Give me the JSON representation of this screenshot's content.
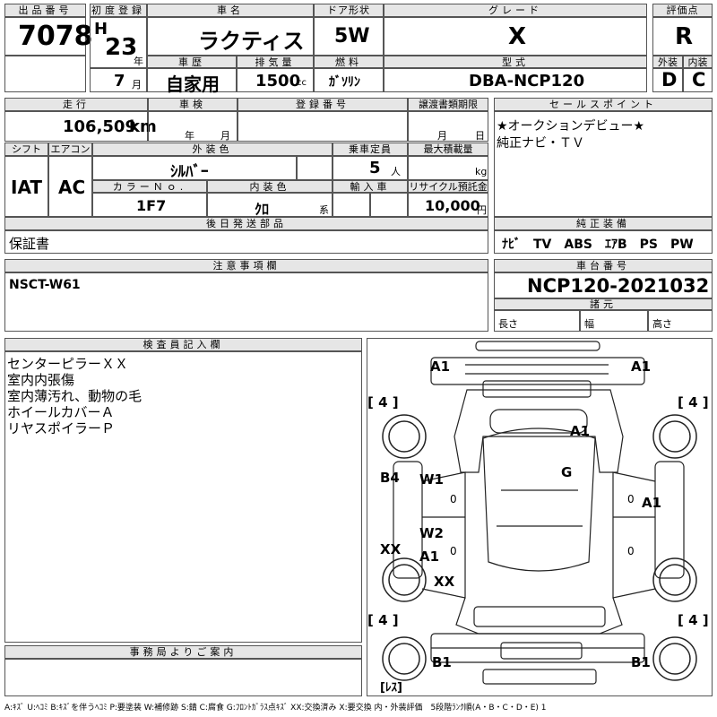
{
  "top": {
    "lot_label": "出品番号",
    "lot": "7078",
    "first_reg_label": "初度登録",
    "era": "H",
    "year": "23",
    "year_unit": "年",
    "month": "7",
    "month_unit": "月",
    "car_name_label": "車名",
    "car_name": "ラクティス",
    "door_label": "ドア形状",
    "door": "5W",
    "grade_label": "グレード",
    "grade": "X",
    "score_label": "評価点",
    "score": "R",
    "history_label": "車歴",
    "history": "自家用",
    "displacement_label": "排気量",
    "displacement": "1500",
    "displacement_unit": "cc",
    "fuel_label": "燃料",
    "fuel": "ｶﾞｿﾘﾝ",
    "model_label": "型式",
    "model": "DBA-NCP120",
    "exterior_label": "外装",
    "exterior": "D",
    "interior_label": "内装",
    "interior": "C"
  },
  "mid": {
    "mileage_label": "走行",
    "mileage": "106,509",
    "mileage_unit": "km",
    "inspection_label": "車検",
    "insp_year_unit": "年",
    "insp_month_unit": "月",
    "reg_no_label": "登録番号",
    "transfer_label": "譲渡書類期限",
    "transfer_month_unit": "月",
    "transfer_day_unit": "日",
    "sales_label": "セールスポイント",
    "sales_text": [
      "★オークションデビュー★",
      "純正ナビ・ＴＶ"
    ],
    "shift_label": "シフト",
    "shift": "IAT",
    "ac_label": "エアコン",
    "ac": "AC",
    "ext_color_label": "外装色",
    "ext_color": "ｼﾙﾊﾞｰ",
    "capacity_label": "乗車定員",
    "capacity": "5",
    "capacity_unit": "人",
    "max_load_label": "最大積載量",
    "max_load_unit": "kg",
    "color_no_label": "カラーＮｏ.",
    "color_no": "1F7",
    "int_color_label": "内装色",
    "int_color": "ｸﾛ",
    "int_color_unit": "系",
    "import_label": "輸入車",
    "recycle_label": "リサイクル預託金",
    "recycle": "10,000",
    "recycle_unit": "円",
    "later_parts_label": "後日発送部品",
    "later_parts": "保証書",
    "genuine_label": "純正装備",
    "genuine": "ﾅﾋﾞ　TV　ABS　ｴｱB　PS　PW"
  },
  "notes": {
    "notes_label": "注意事項欄",
    "notes": "NSCT-W61",
    "chassis_label": "車台番号",
    "chassis": "NCP120-2021032",
    "spec_label": "諸元",
    "length_label": "長さ",
    "width_label": "幅",
    "height_label": "高さ"
  },
  "inspector": {
    "label": "検査員記入欄",
    "lines": [
      "センターピラーＸＸ",
      "室内内張傷",
      "室内薄汚れ、動物の毛",
      "ホイールカバーＡ",
      "リヤスポイラーＰ"
    ]
  },
  "office": {
    "label": "事務局よりご案内"
  },
  "diagram": {
    "marks": [
      "A1",
      "A1",
      "A1",
      "G",
      "B4",
      "W1",
      "A1",
      "W2",
      "XX",
      "A1",
      "XX",
      "B1",
      "B1"
    ],
    "tire_left_top": "[ 4 ]",
    "tire_right_top": "[ 4 ]",
    "tire_left_bottom": "[ 4 ]",
    "tire_right_bottom": "[ 4 ]",
    "zero_1": "0",
    "zero_2": "0",
    "zero_3": "0",
    "zero_4": "0",
    "less": "[ﾚｽ]"
  },
  "legend": "A:ｷｽﾞ  U:ﾍｺﾐ  B:ｷｽﾞを伴うﾍｺﾐ  P:要塗装  W:補修跡  S:錆  C:腐食  G:ﾌﾛﾝﾄｶﾞﾗｽ点ｷｽﾞ  XX:交換済み  X:要交換  内・外装評価　5段階ﾗﾝｸ順(A・B・C・D・E) 1"
}
